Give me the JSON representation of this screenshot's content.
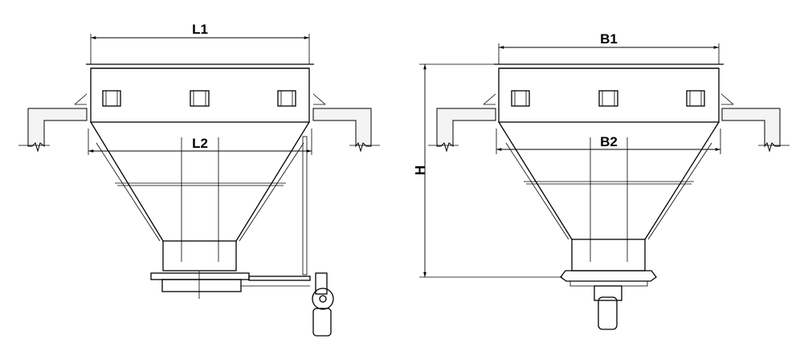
{
  "front_view": {
    "width_label": "L1",
    "outlet_label": "L2"
  },
  "side_view": {
    "width_label": "B1",
    "outlet_label": "B2",
    "height_label": "H"
  },
  "colors": {
    "line": "#000000",
    "background": "#ffffff"
  }
}
